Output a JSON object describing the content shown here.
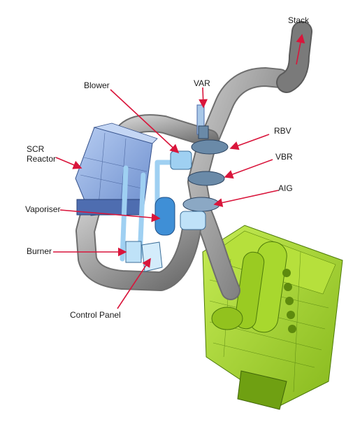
{
  "labels": {
    "stack": "Stack",
    "blower": "Blower",
    "var": "VAR",
    "scr_reactor": "SCR Reactor",
    "rbv": "RBV",
    "vbr": "VBR",
    "aig": "AIG",
    "vaporiser": "Vaporiser",
    "burner": "Burner",
    "control_panel": "Control Panel"
  },
  "colors": {
    "pipe": "#9a9a9a",
    "pipe_dark": "#6e6e6e",
    "engine": "#a3d12b",
    "engine_dark": "#5e8a0e",
    "reactor": "#7f9fd8",
    "reactor_dark": "#4a6aa8",
    "equipment": "#9fd0f2",
    "arrow": "#d9153b"
  }
}
